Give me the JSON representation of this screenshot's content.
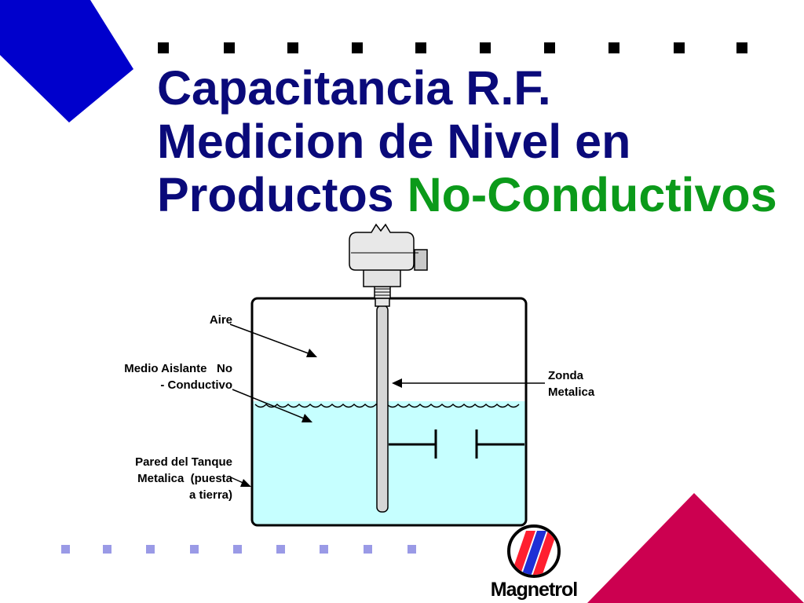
{
  "title": {
    "line1": "Capacitancia R.F.",
    "line2": "Medicion de Nivel en",
    "line3_main": "Productos ",
    "line3_accent": "No-Conductivos"
  },
  "labels": {
    "air": "Aire",
    "medium_line1": "Medio Aislante   No",
    "medium_line2": "- Conductivo",
    "wall_line1": "Pared del Tanque",
    "wall_line2": "Metalica  (puesta",
    "wall_line3": "a tierra)",
    "probe_line1": "Zonda",
    "probe_line2": "Metalica"
  },
  "logo": {
    "text": "Magnetrol"
  },
  "colors": {
    "title": "#0a0a7a",
    "accent": "#0b9a1a",
    "liquid": "#c6ffff",
    "corner_blue": "#0000cc",
    "corner_red": "#cc0050",
    "top_dots": "#000000",
    "bottom_dots": "#9a9ae6"
  },
  "icons": [
    "transmitter-head-icon",
    "capacitor-symbol-icon",
    "magnetrol-logo-icon"
  ]
}
